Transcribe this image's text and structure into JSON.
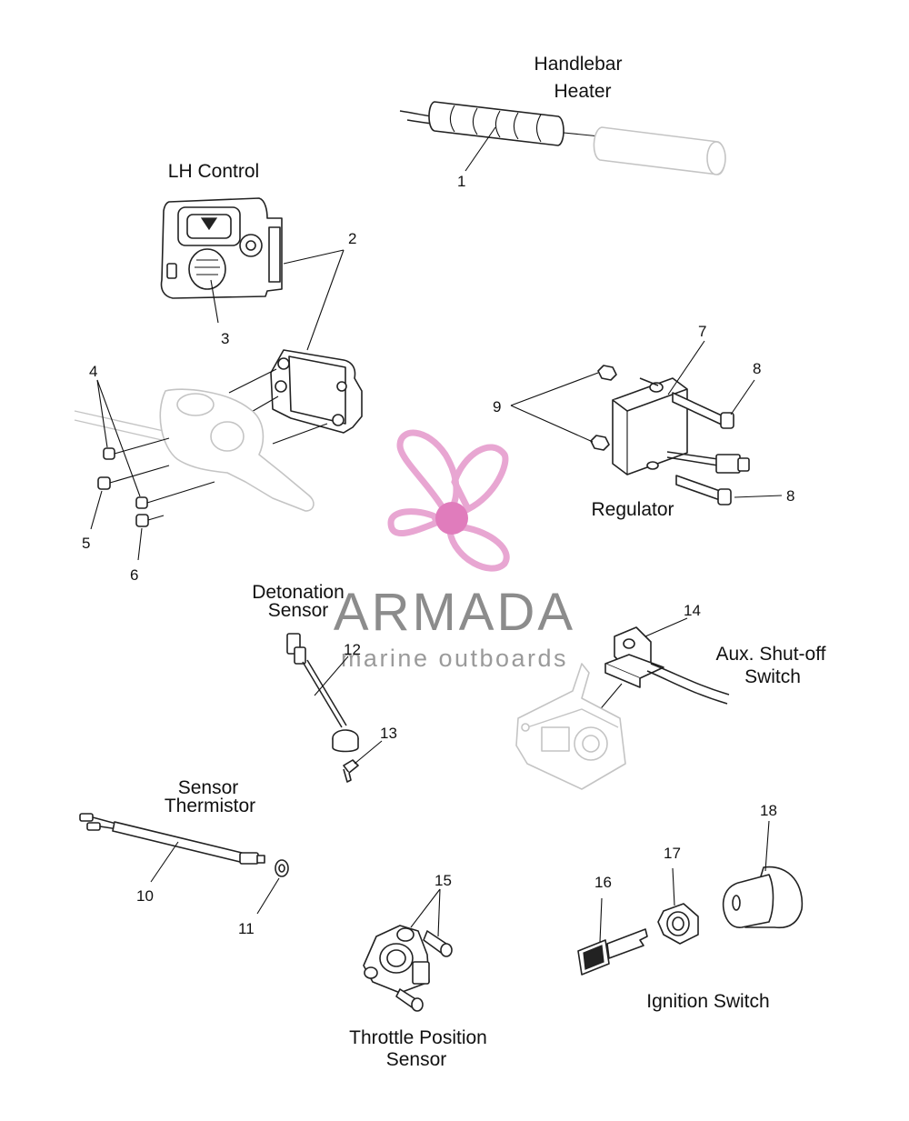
{
  "labels": {
    "handlebar_heater_1": "Handlebar",
    "handlebar_heater_2": "Heater",
    "lh_control": "LH Control",
    "regulator": "Regulator",
    "detonation_sensor_1": "Detonation",
    "detonation_sensor_2": "Sensor",
    "aux_shutoff_1": "Aux. Shut-off",
    "aux_shutoff_2": "Switch",
    "sensor_thermistor_1": "Sensor",
    "sensor_thermistor_2": "Thermistor",
    "throttle_position_1": "Throttle Position",
    "throttle_position_2": "Sensor",
    "ignition_switch": "Ignition Switch"
  },
  "callouts": [
    "1",
    "2",
    "3",
    "4",
    "5",
    "6",
    "7",
    "8",
    "8",
    "9",
    "10",
    "11",
    "12",
    "13",
    "14",
    "15",
    "16",
    "17",
    "18"
  ],
  "watermark": {
    "brand": "ARMADA",
    "tagline": "marine outboards",
    "logo_color": "#e8a6d2",
    "logo_hub_color": "#e07cbc"
  },
  "colors": {
    "line": "#222222",
    "ghost": "#c4c4c4"
  }
}
